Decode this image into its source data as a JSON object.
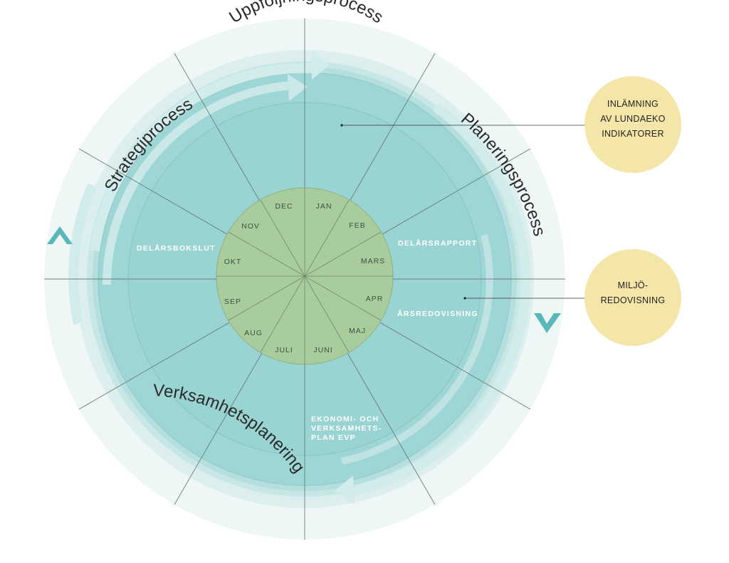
{
  "months": [
    "JAN",
    "FEB",
    "MARS",
    "APR",
    "MAJ",
    "JUNI",
    "JULI",
    "AUG",
    "SEP",
    "OKT",
    "NOV",
    "DEC"
  ],
  "processes": {
    "top": "Uppföljningsprocess",
    "right": "Planeringsprocess",
    "left": "Strategiprocess",
    "bottom": "Verksamhetsplanering"
  },
  "phases": {
    "delarsbokslut": "DELÅRSBOKSLUT",
    "delarsrapport": "DELÅRSRAPPORT",
    "arsredovisning": "ÅRSREDOVISNING",
    "evp": [
      "EKONOMI- OCH",
      "VERKSAMHETS-",
      "PLAN EVP"
    ]
  },
  "callouts": {
    "lundaeko": [
      "INLÄMNING",
      "AV LUNDAEKO",
      "INDIKATORER"
    ],
    "miljo": [
      "MILJÖ-",
      "REDOVISNING"
    ]
  },
  "colors": {
    "outer_ring": "#eef7f6",
    "ring_2": "#dcefee",
    "ring_3": "#bfe3e2",
    "main_disc": "#9dd6d5",
    "inner_disc": "#98d3d2",
    "center_disc": "#a9cc9c",
    "callout": "#f3e6a8",
    "chevron": "#5ab8b8",
    "spoke": "#6a7d78"
  }
}
